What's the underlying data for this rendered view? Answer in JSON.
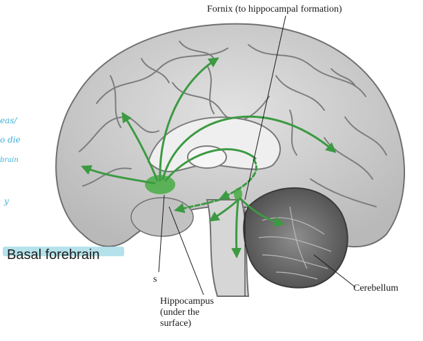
{
  "labels": {
    "fornix": "Fornix (to hippocampal formation)",
    "cerebellum": "Cerebellum",
    "s": "s",
    "hippocampus_line1": "Hippocampus",
    "hippocampus_line2": "(under the",
    "hippocampus_line3": "surface)",
    "basal_forebrain": "Basal forebrain"
  },
  "handwritten": {
    "line1": "eas/",
    "line2": "o die",
    "line3": "brain",
    "line4": "y"
  },
  "colors": {
    "pathway": "#3c9a42",
    "nucleus": "#4fae4a",
    "brain_tissue": "#cfcfcf",
    "handwriting": "#3fb0d8",
    "highlight": "#a8dde6"
  }
}
